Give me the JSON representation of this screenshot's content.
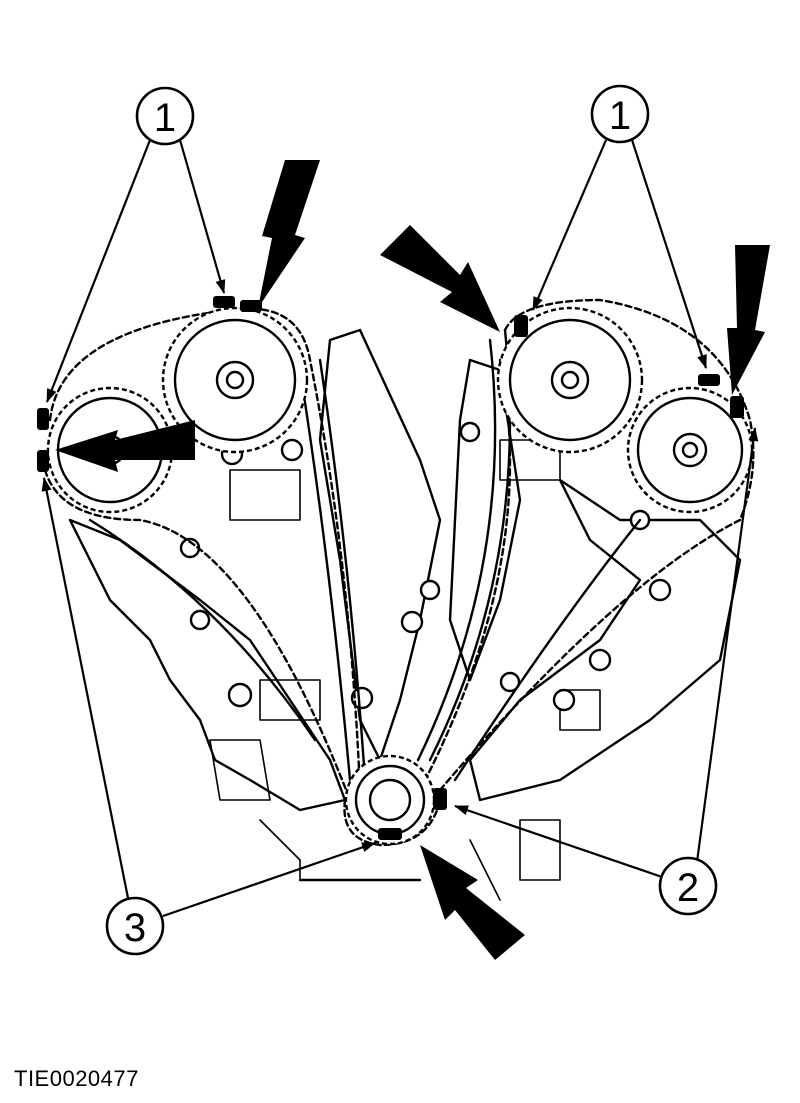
{
  "figure_id": "TIE0020477",
  "callouts": {
    "c1_left": "1",
    "c1_right": "1",
    "c2": "2",
    "c3": "3"
  }
}
